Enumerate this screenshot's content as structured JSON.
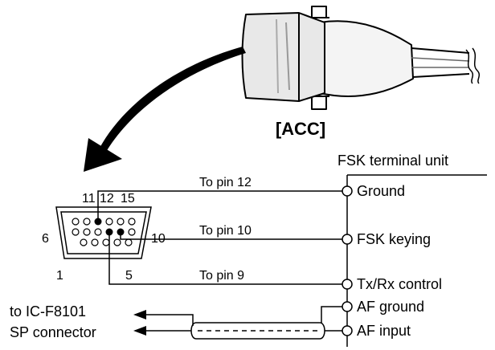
{
  "connector": {
    "name": "[ACC]",
    "pin_numbers": {
      "p1": "1",
      "p5": "5",
      "p6": "6",
      "p10": "10",
      "p11": "11",
      "p12": "12",
      "p15": "15"
    }
  },
  "wires": {
    "w1": "To pin 12",
    "w2": "To pin 10",
    "w3": "To pin 9"
  },
  "terminal_unit": {
    "title": "FSK terminal unit",
    "terminals": {
      "t1": "Ground",
      "t2": "FSK keying",
      "t3": "Tx/Rx control",
      "t4": "AF ground",
      "t5": "AF input"
    }
  },
  "outputs": {
    "line1": "to IC-F8101",
    "line2": "SP connector"
  }
}
